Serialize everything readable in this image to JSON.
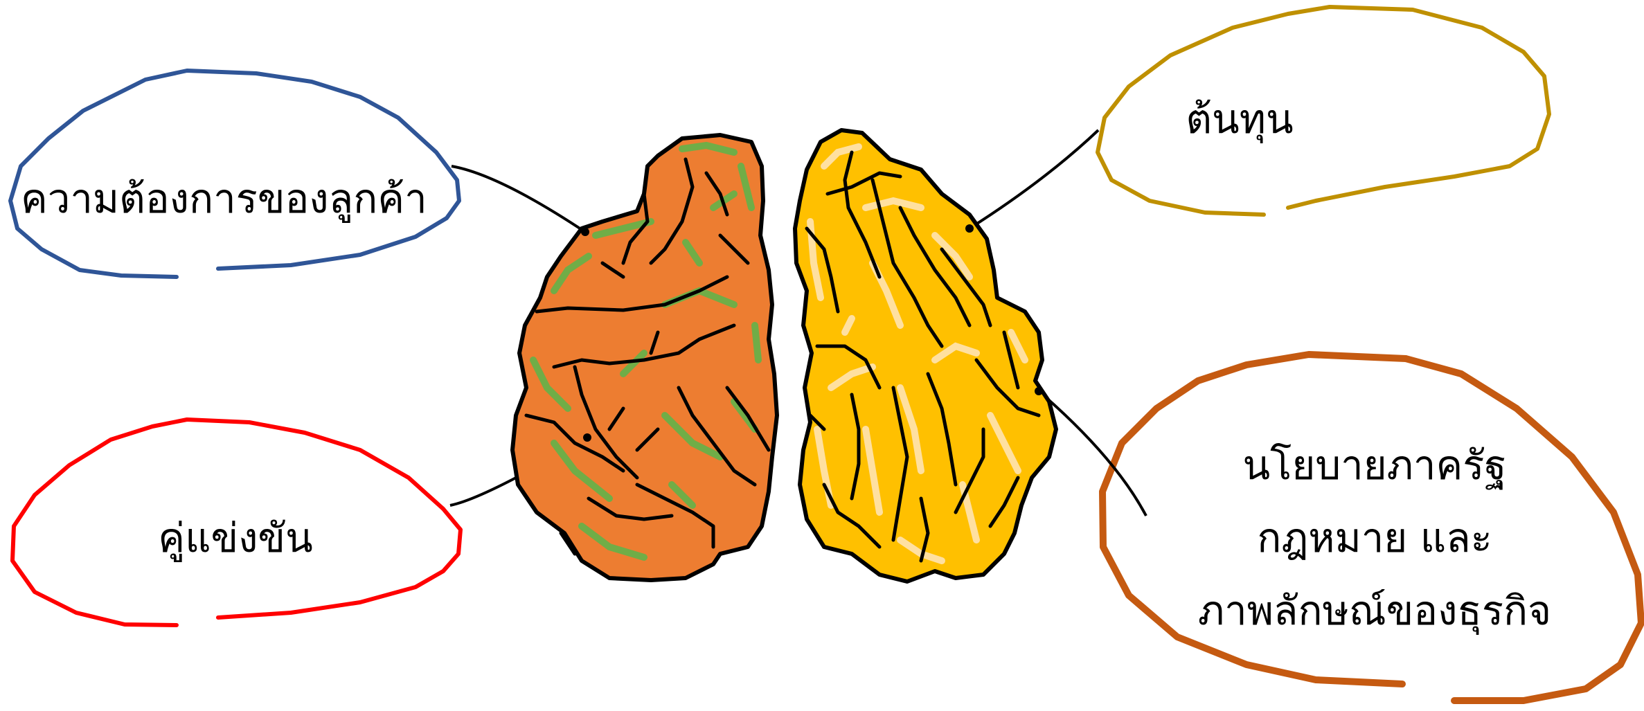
{
  "bubbles": {
    "top_left": {
      "text": "ความต้องการของลูกค้า",
      "color": "#2f5597"
    },
    "bottom_left": {
      "text": "คู่แข่งขัน",
      "color": "#ff0000"
    },
    "top_right": {
      "text": "ต้นทุน",
      "color": "#bf9000"
    },
    "bottom_right": {
      "lines": [
        "นโยบายภาครัฐ",
        "กฎหมาย และ",
        "ภาพลักษณ์ของธุรกิจ"
      ],
      "color": "#c55a11"
    }
  },
  "brain": {
    "left_fill": "#ed7d31",
    "left_accent": "#70ad47",
    "right_fill": "#ffc000",
    "right_accent": "#ffe0a0",
    "outline": "#000000"
  }
}
